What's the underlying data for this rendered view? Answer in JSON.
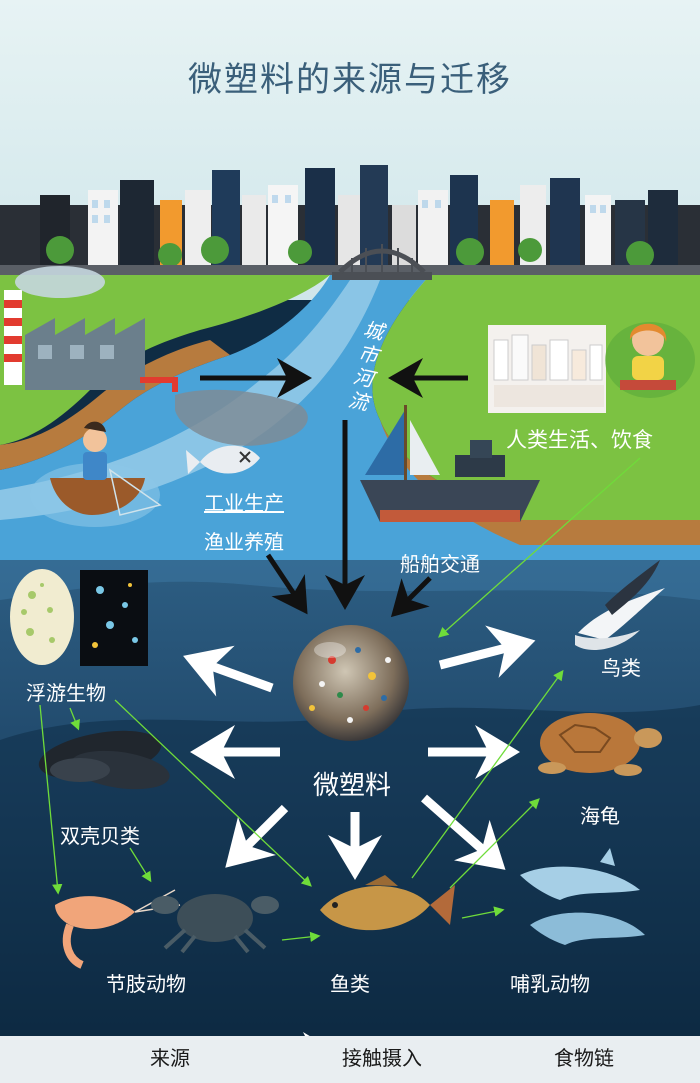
{
  "title": "微塑料的来源与迁移",
  "river_label": [
    "城",
    "市",
    "河",
    "流"
  ],
  "sources": {
    "industry": "工业生产",
    "fishery": "渔业养殖",
    "human_life": "人类生活、饮食",
    "shipping": "船舶交通"
  },
  "center_label": "微塑料",
  "organisms": {
    "plankton": "浮游生物",
    "bivalves": "双壳贝类",
    "arthropods": "节肢动物",
    "fish": "鱼类",
    "mammals": "哺乳动物",
    "turtle": "海龟",
    "birds": "鸟类"
  },
  "legend": {
    "source": "来源",
    "contact": "接触摄入",
    "food_chain": "食物链"
  },
  "colors": {
    "sky": "#dfeef0",
    "land": "#7cc242",
    "river": "#4aa3d8",
    "sea_top": "#1f4a6c",
    "sea_deep": "#0d2a42",
    "source_arrow": "#111111",
    "contact_arrow": "#ffffff",
    "food_chain": "#6fdc3a"
  }
}
